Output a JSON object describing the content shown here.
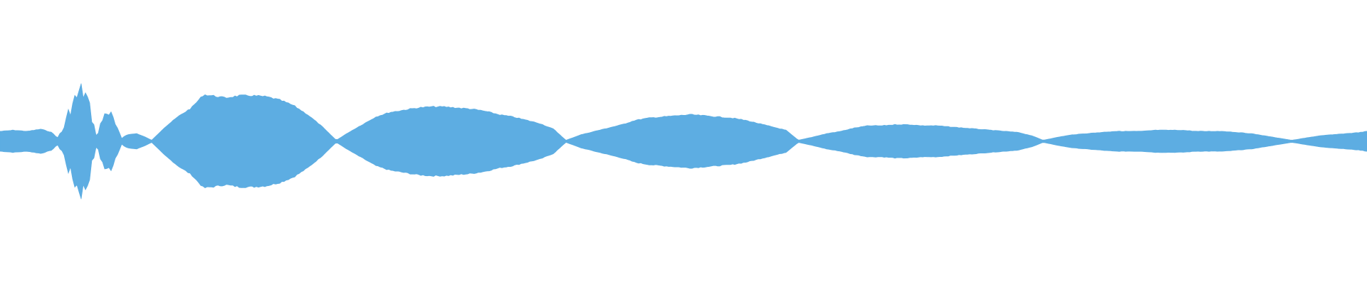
{
  "waveform": {
    "color": "#5dade2",
    "background": "#ffffff",
    "envelope": [
      [
        0.0,
        0.09
      ],
      [
        0.01,
        0.1
      ],
      [
        0.02,
        0.09
      ],
      [
        0.03,
        0.11
      ],
      [
        0.038,
        0.08
      ],
      [
        0.042,
        0.03
      ],
      [
        0.046,
        0.12
      ],
      [
        0.05,
        0.3
      ],
      [
        0.055,
        0.45
      ],
      [
        0.06,
        0.55
      ],
      [
        0.064,
        0.45
      ],
      [
        0.068,
        0.2
      ],
      [
        0.071,
        0.04
      ],
      [
        0.074,
        0.2
      ],
      [
        0.078,
        0.33
      ],
      [
        0.082,
        0.26
      ],
      [
        0.086,
        0.12
      ],
      [
        0.089,
        0.03
      ],
      [
        0.093,
        0.06
      ],
      [
        0.1,
        0.07
      ],
      [
        0.106,
        0.04
      ],
      [
        0.111,
        0.01
      ],
      [
        0.12,
        0.12
      ],
      [
        0.13,
        0.22
      ],
      [
        0.14,
        0.3
      ],
      [
        0.149,
        0.42
      ],
      [
        0.155,
        0.41
      ],
      [
        0.165,
        0.39
      ],
      [
        0.175,
        0.41
      ],
      [
        0.185,
        0.41
      ],
      [
        0.195,
        0.4
      ],
      [
        0.205,
        0.37
      ],
      [
        0.215,
        0.32
      ],
      [
        0.225,
        0.24
      ],
      [
        0.235,
        0.14
      ],
      [
        0.246,
        0.01
      ],
      [
        0.255,
        0.08
      ],
      [
        0.265,
        0.15
      ],
      [
        0.275,
        0.22
      ],
      [
        0.285,
        0.26
      ],
      [
        0.295,
        0.28
      ],
      [
        0.305,
        0.3
      ],
      [
        0.315,
        0.31
      ],
      [
        0.325,
        0.31
      ],
      [
        0.335,
        0.3
      ],
      [
        0.345,
        0.29
      ],
      [
        0.355,
        0.27
      ],
      [
        0.365,
        0.24
      ],
      [
        0.375,
        0.22
      ],
      [
        0.385,
        0.19
      ],
      [
        0.395,
        0.16
      ],
      [
        0.405,
        0.11
      ],
      [
        0.414,
        0.01
      ],
      [
        0.425,
        0.06
      ],
      [
        0.435,
        0.09
      ],
      [
        0.445,
        0.12
      ],
      [
        0.455,
        0.15
      ],
      [
        0.465,
        0.19
      ],
      [
        0.475,
        0.21
      ],
      [
        0.485,
        0.22
      ],
      [
        0.495,
        0.23
      ],
      [
        0.505,
        0.24
      ],
      [
        0.515,
        0.23
      ],
      [
        0.525,
        0.22
      ],
      [
        0.535,
        0.21
      ],
      [
        0.545,
        0.19
      ],
      [
        0.555,
        0.16
      ],
      [
        0.565,
        0.13
      ],
      [
        0.575,
        0.1
      ],
      [
        0.584,
        0.01
      ],
      [
        0.595,
        0.04
      ],
      [
        0.605,
        0.07
      ],
      [
        0.615,
        0.09
      ],
      [
        0.625,
        0.12
      ],
      [
        0.635,
        0.14
      ],
      [
        0.645,
        0.14
      ],
      [
        0.655,
        0.15
      ],
      [
        0.665,
        0.15
      ],
      [
        0.675,
        0.14
      ],
      [
        0.685,
        0.14
      ],
      [
        0.695,
        0.13
      ],
      [
        0.705,
        0.12
      ],
      [
        0.715,
        0.11
      ],
      [
        0.725,
        0.1
      ],
      [
        0.735,
        0.09
      ],
      [
        0.745,
        0.08
      ],
      [
        0.755,
        0.05
      ],
      [
        0.763,
        0.01
      ],
      [
        0.775,
        0.04
      ],
      [
        0.785,
        0.06
      ],
      [
        0.795,
        0.07
      ],
      [
        0.805,
        0.08
      ],
      [
        0.815,
        0.09
      ],
      [
        0.825,
        0.09
      ],
      [
        0.835,
        0.09
      ],
      [
        0.845,
        0.1
      ],
      [
        0.855,
        0.1
      ],
      [
        0.865,
        0.1
      ],
      [
        0.875,
        0.09
      ],
      [
        0.885,
        0.09
      ],
      [
        0.895,
        0.09
      ],
      [
        0.905,
        0.08
      ],
      [
        0.915,
        0.07
      ],
      [
        0.925,
        0.05
      ],
      [
        0.935,
        0.03
      ],
      [
        0.945,
        0.01
      ],
      [
        0.955,
        0.03
      ],
      [
        0.965,
        0.05
      ],
      [
        0.975,
        0.06
      ],
      [
        0.985,
        0.07
      ],
      [
        0.995,
        0.08
      ],
      [
        1.0,
        0.09
      ]
    ]
  }
}
